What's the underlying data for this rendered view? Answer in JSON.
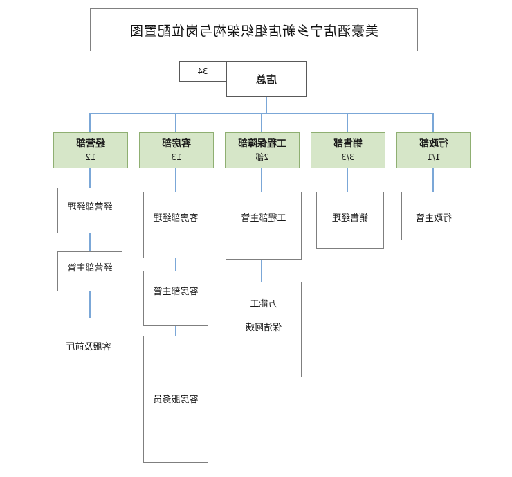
{
  "diagram": {
    "title": "美豪酒店宁乡新店组织架构与岗位配置图",
    "root": {
      "label": "店总",
      "count": "34"
    },
    "departments": [
      {
        "name": "经营部",
        "headcount": "12",
        "roles": [
          {
            "label": "经营部经理"
          },
          {
            "label": "经营部主管"
          },
          {
            "label": "客服及前厅"
          }
        ]
      },
      {
        "name": "客房部",
        "headcount": "13",
        "roles": [
          {
            "label": "客房部经理"
          },
          {
            "label": "客房部主管"
          },
          {
            "label": "客房服务员"
          }
        ]
      },
      {
        "name": "工程保障部",
        "headcount": "2部",
        "roles": [
          {
            "label": "工程部主管"
          },
          {
            "label_line1": "万能工",
            "label_line2": "保洁阿姨"
          }
        ]
      },
      {
        "name": "销售部",
        "headcount": "3/3",
        "roles": [
          {
            "label": "销售经理"
          }
        ]
      },
      {
        "name": "行政部",
        "headcount": "1/1",
        "roles": [
          {
            "label": "行政主管"
          }
        ]
      }
    ],
    "colors": {
      "department_fill": "#d6e6c8",
      "department_border": "#8faf72",
      "connector": "#7ba7d7",
      "box_border": "#7f7f7f",
      "text": "#1a1a1a"
    }
  }
}
